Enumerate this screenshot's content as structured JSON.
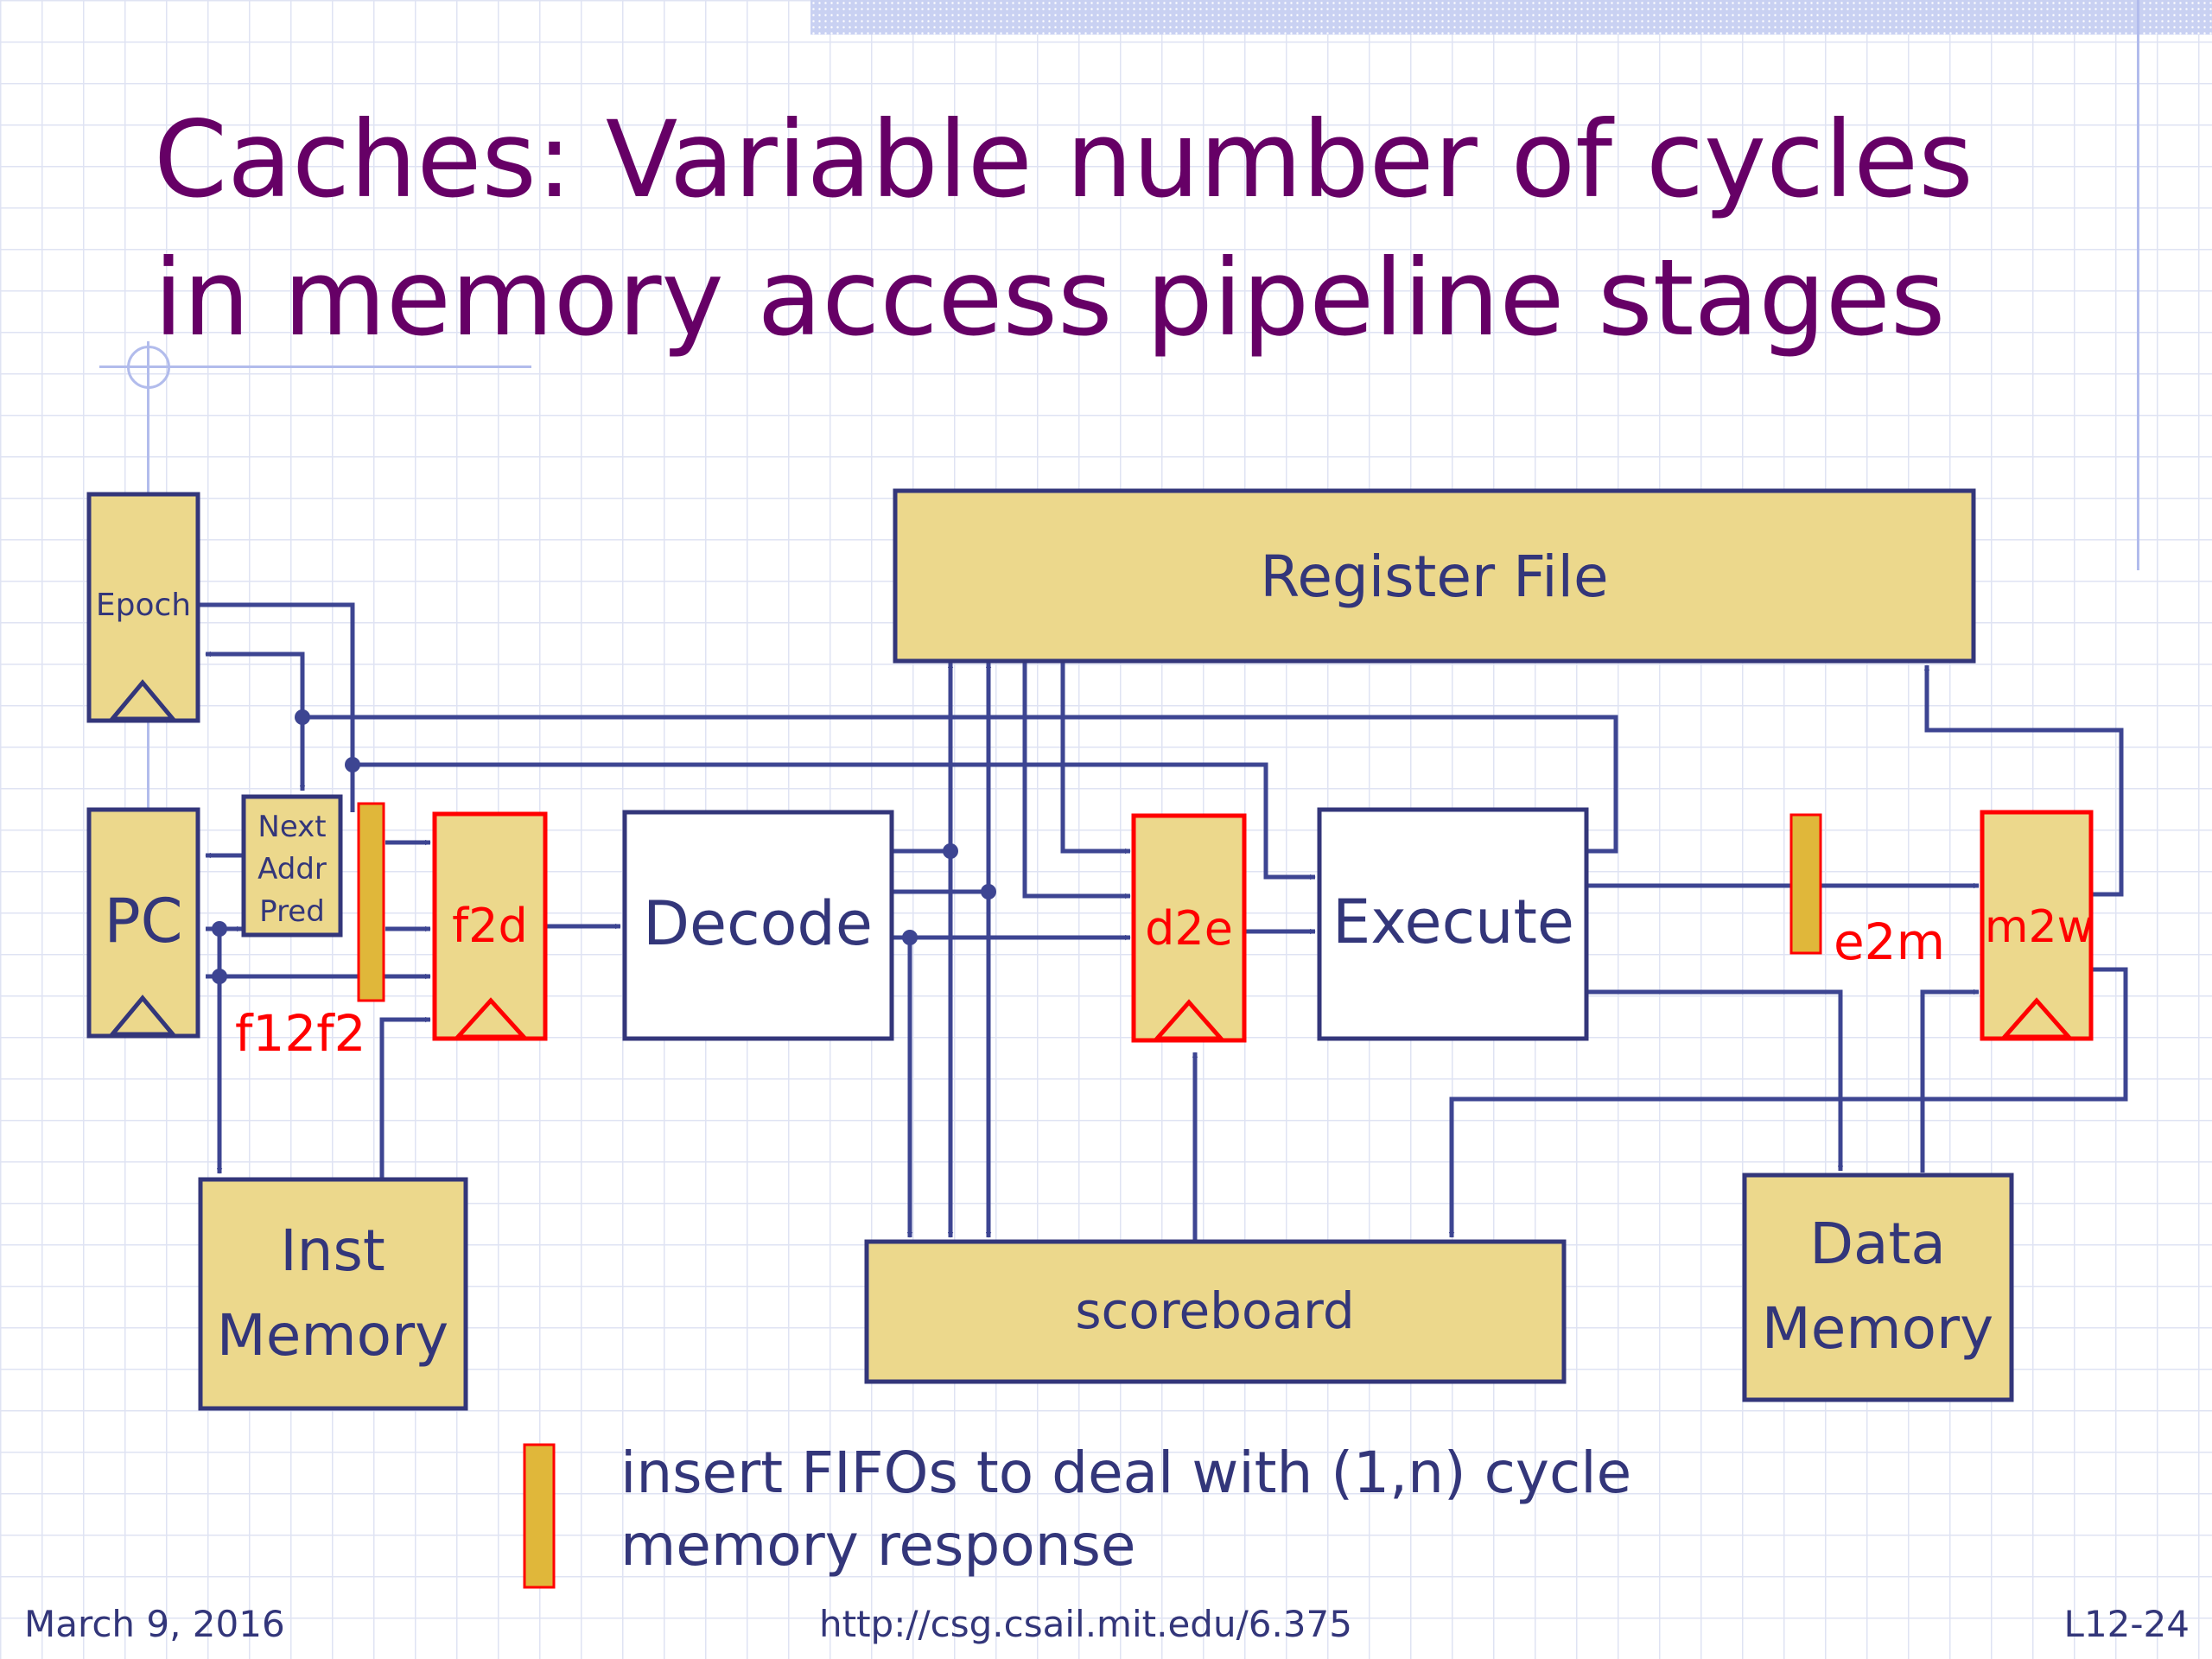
{
  "slide": {
    "title_lines": [
      "Caches: Variable number of cycles",
      "in memory access pipeline stages"
    ]
  },
  "blocks": {
    "epoch": "Epoch",
    "pc": "PC",
    "nap_lines": [
      "Next",
      "Addr",
      "Pred"
    ],
    "inst_memory_lines": [
      "Inst",
      "Memory"
    ],
    "decode": "Decode",
    "execute": "Execute",
    "register_file": "Register File",
    "scoreboard": "scoreboard",
    "data_memory_lines": [
      "Data",
      "Memory"
    ]
  },
  "fifos": {
    "f2d": "f2d",
    "d2e": "d2e",
    "m2w": "m2w",
    "f12f2": "f12f2",
    "e2m": "e2m"
  },
  "legend": {
    "text_lines": [
      "insert FIFOs to deal with (1,n) cycle",
      "memory response"
    ]
  },
  "footer": {
    "date": "March 9, 2016",
    "url": "http://csg.csail.mit.edu/6.375",
    "slide_number": "L12-24"
  },
  "colors": {
    "title": "#660066",
    "block_fill": "#ecd88c",
    "block_stroke": "#33367a",
    "fifo_stroke": "#ff0000",
    "fifo_small_fill": "#e0b73a",
    "wire": "#3d4592",
    "grid": "#dfe3f3"
  }
}
